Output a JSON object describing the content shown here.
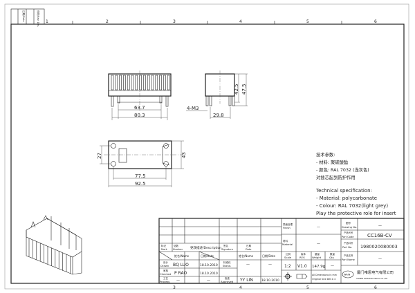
{
  "sheet": {
    "zone_numbers": [
      "1",
      "2",
      "3",
      "4",
      "5",
      "6"
    ],
    "revision_strip": [
      "日期/Date",
      "修改/Rev. Des."
    ]
  },
  "views": {
    "front": {
      "dims": [
        "63.7",
        "80.3"
      ]
    },
    "side": {
      "dims": [
        "42.5",
        "47.5",
        "29.8"
      ],
      "thread_label": "4-M3"
    },
    "bottom": {
      "dims": [
        "27",
        "43",
        "77.5",
        "92.5"
      ]
    }
  },
  "notes": {
    "cn": [
      "技术参数:",
      "- 材料: 聚碳酸酯",
      "- 颜色: RAL 7032 (浅灰色)",
      "对插芯起到防护作用"
    ],
    "en": [
      "Technical specification:",
      "- Material: polycarbonate",
      "- Colour: RAL 7032(light grey)",
      "Play the protective role for insert"
    ]
  },
  "title_block": {
    "mark": {
      "cn": "标记",
      "en": "Mark"
    },
    "number": {
      "cn": "处数",
      "en": "Number"
    },
    "description": "更改描述/Description",
    "signature": {
      "cn": "签名",
      "en": "Signature"
    },
    "date": {
      "cn": "日期",
      "en": "Date"
    },
    "name_hdr": "姓名/Name",
    "date_hdr": "日期/Date",
    "drawn": {
      "cn": "设计",
      "en": "Drawn",
      "name": "BQ LUO",
      "date": "18.10.2010"
    },
    "checked": {
      "cn": "审核",
      "en": "Checked",
      "name": "P RAO",
      "date": "18.10.2010"
    },
    "process": {
      "cn": "工艺",
      "en": "Process",
      "name": "—",
      "date": "—"
    },
    "stand": {
      "cn": "标准化",
      "en": "Stand.",
      "name": "—",
      "date": "—"
    },
    "approved": {
      "cn": "批准",
      "en": "Approved",
      "name": "YY LIN",
      "date": "18.10.2010"
    },
    "finish": {
      "cn": "表面处理",
      "en": "Finish",
      "value": "—"
    },
    "material": {
      "cn": "材料",
      "en": "Material",
      "value": "—"
    },
    "scale": {
      "cn": "比例",
      "en": "Scale",
      "value": "1:2"
    },
    "rev": {
      "cn": "版本",
      "en": "REV.",
      "value": "V1.0"
    },
    "weight": {
      "cn": "重量",
      "en": "Weight",
      "value": "147.9g"
    },
    "qty": {
      "cn": "数量",
      "en": "Qty.",
      "value": "—"
    },
    "dims_note": [
      "All Dimensions in mm",
      "Original Size DIN A 4"
    ],
    "drawing_no": {
      "cn": "图号",
      "en": "Drawing No.",
      "value": "—"
    },
    "part_code": {
      "cn": "产品代号",
      "en": "Part Code",
      "value": "CC16B-CV"
    },
    "part_no": {
      "cn": "产品料号",
      "en": "Part No.",
      "value": "1980020080003"
    },
    "part_name": {
      "cn": "产品名称",
      "en": "Part Name",
      "value": "—"
    },
    "company": {
      "logo": "WAIN",
      "cn": "厦门唯恩电气有限公司",
      "en": "XIAMEN WAIN ELECTRICAL CO.,LTD"
    }
  }
}
